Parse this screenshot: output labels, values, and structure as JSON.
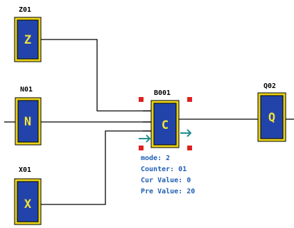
{
  "colors": {
    "block_fill": "#2244aa",
    "block_border": "#e8d21a",
    "block_letter": "#f2e23a",
    "wire": "#000000",
    "selection_handle": "#e02020",
    "arrow": "#1f8f8f",
    "info_text": "#1f5fb4"
  },
  "blocks": {
    "z01": {
      "label": "Z01",
      "letter": "Z"
    },
    "n01": {
      "label": "N01",
      "letter": "N"
    },
    "x01": {
      "label": "X01",
      "letter": "X"
    },
    "b001": {
      "label": "B001",
      "letter": "C"
    },
    "q02": {
      "label": "Q02",
      "letter": "Q"
    }
  },
  "counter_info": {
    "mode": "mode: 2",
    "counter": "Counter: 01",
    "cur_value": "Cur Value: 0",
    "pre_value": "Pre Value: 20"
  }
}
